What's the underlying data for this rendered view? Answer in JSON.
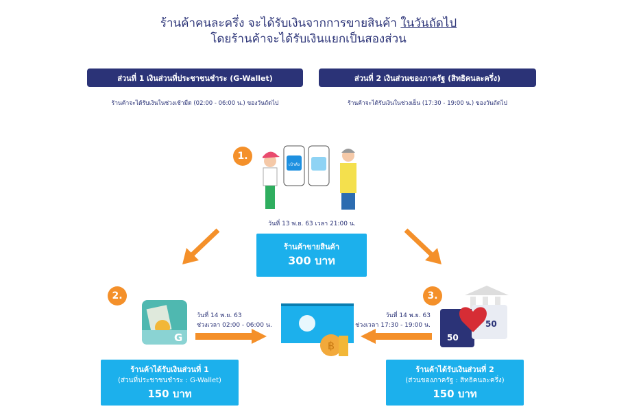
{
  "title": {
    "line1_main": "ร้านค้าคนละครึ่ง จะได้รับเงินจากการขายสินค้า ",
    "line1_emph": "ในวันถัดไป",
    "line2": "โดยร้านค้าจะได้รับเงินแยกเป็นสองส่วน"
  },
  "parts": [
    {
      "header": "ส่วนที่ 1 เงินส่วนที่ประชาชนชำระ (G-Wallet)",
      "note": "ร้านค้าจะได้รับเงินในช่วงเช้ามืด (02:00 - 06:00 น.) ของวันถัดไป"
    },
    {
      "header": "ส่วนที่ 2 เงินส่วนของภาครัฐ (สิทธิคนละครึ่ง)",
      "note": "ร้านค้าจะได้รับเงินในช่วงเย็น (17:30 - 19:00 น.) ของวันถัดไป"
    }
  ],
  "step1": {
    "badge": "1.",
    "app_label": "เป๋าตัง",
    "date": "วันที่ 13 พ.ย. 63 เวลา 21:00 น.",
    "box_label": "ร้านค้าขายสินค้า",
    "box_amount": "300 บาท"
  },
  "step2": {
    "badge": "2.",
    "icon_letter": "G",
    "date": "วันที่ 14 พ.ย. 63",
    "time": "ช่วงเวลา 02:00 - 06:00 น.",
    "box_label": "ร้านค้าได้รับเงินส่วนที่ 1",
    "box_sub": "(ส่วนที่ประชาชนชำระ : G-Wallet)",
    "box_amount": "150 บาท"
  },
  "step3": {
    "badge": "3.",
    "piece_left": "50",
    "piece_right": "50",
    "date": "วันที่ 14 พ.ย. 63",
    "time": "ช่วงเวลา 17:30 - 19:00 น.",
    "box_label": "ร้านค้าได้รับเงินส่วนที่ 2",
    "box_sub": "(ส่วนของภาครัฐ : สิทธิคนละครึ่ง)",
    "box_amount": "150 บาท"
  },
  "colors": {
    "navy": "#2b3377",
    "blue": "#1cb0ec",
    "orange": "#f4902a"
  }
}
